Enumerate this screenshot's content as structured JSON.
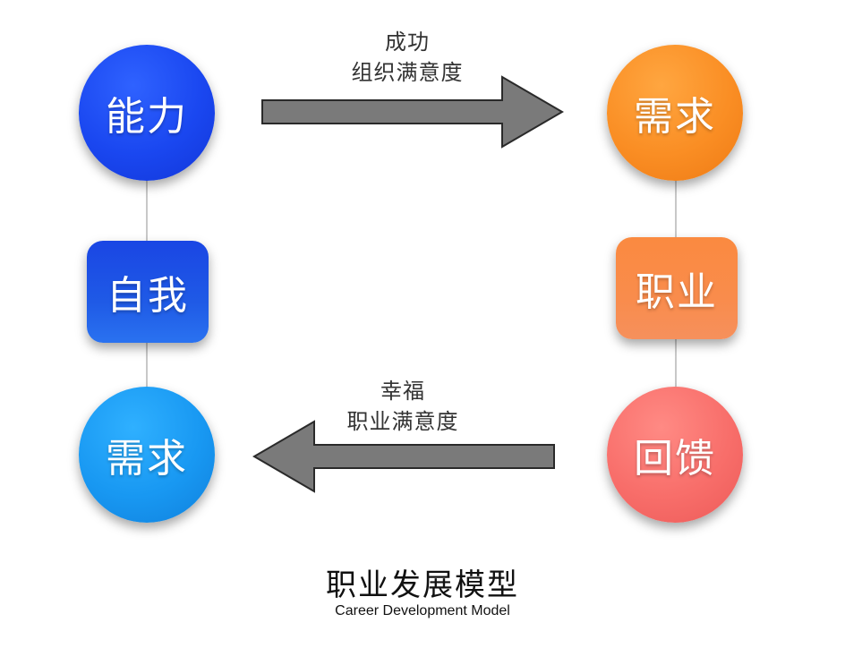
{
  "nodes": {
    "left_top": {
      "label": "能力",
      "color": "#1a47f0"
    },
    "left_middle": {
      "label": "自我",
      "color": "#1f5ae6"
    },
    "left_bottom": {
      "label": "需求",
      "color": "#1898f2"
    },
    "right_top": {
      "label": "需求",
      "color": "#fa8e24"
    },
    "right_middle": {
      "label": "职业",
      "color": "#f98c4c"
    },
    "right_bottom": {
      "label": "回馈",
      "color": "#f86e6a"
    }
  },
  "arrows": {
    "top": {
      "line1": "成功",
      "line2": "组织满意度",
      "direction": "right",
      "color": "#7a7a7a"
    },
    "bottom": {
      "line1": "幸福",
      "line2": "职业满意度",
      "direction": "left",
      "color": "#7a7a7a"
    }
  },
  "footer": {
    "title": "职业发展模型",
    "subtitle": "Career Development Model"
  }
}
